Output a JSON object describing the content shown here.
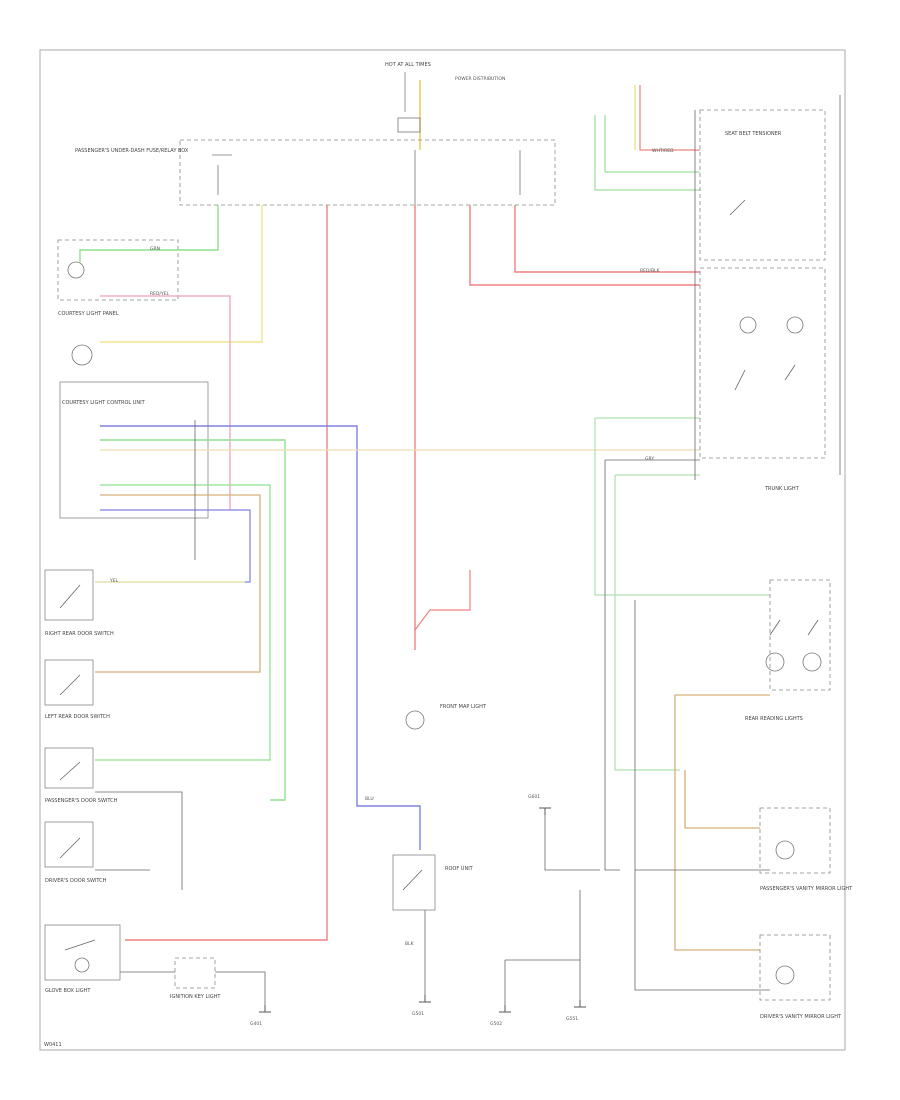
{
  "diagram": {
    "footer_code": "W0411",
    "components": {
      "hot_at_all_times": "HOT AT ALL TIMES",
      "underhood_fuse": "PASSENGER'S UNDER-DASH FUSE/RELAY BOX",
      "dash_panel": "COURTESY LIGHT PANEL",
      "control_unit": "COURTESY LIGHT CONTROL UNIT",
      "rear_door_switch": "RIGHT REAR DOOR SWITCH",
      "left_rear_door": "LEFT REAR DOOR SWITCH",
      "passenger_door": "PASSENGER'S DOOR SWITCH",
      "driver_door": "DRIVER'S DOOR SWITCH",
      "glove_box_light": "GLOVE BOX LIGHT",
      "ignition_key_light": "IGNITION KEY LIGHT",
      "front_map_light": "FRONT MAP LIGHT",
      "reading_lights": "REAR READING LIGHTS",
      "seat_belt_tensioner": "SEAT BELT TENSIONER",
      "trunk_light": "TRUNK LIGHT",
      "passenger_vanity": "PASSENGER'S VANITY MIRROR LIGHT",
      "driver_vanity": "DRIVER'S VANITY MIRROR LIGHT",
      "roof_unit": "ROOF UNIT",
      "ground_g401": "G401",
      "ground_g501": "G501",
      "ground_g502": "G502",
      "ground_g551": "G551",
      "ground_g601": "G601",
      "power_dist": "POWER DISTRIBUTION"
    },
    "wires": {
      "wht_red": "WHT/RED",
      "red_blk": "RED/BLK",
      "red_yel": "RED/YEL",
      "blk": "BLK",
      "grn": "GRN",
      "yel": "YEL",
      "blu": "BLU",
      "gry": "GRY"
    }
  }
}
